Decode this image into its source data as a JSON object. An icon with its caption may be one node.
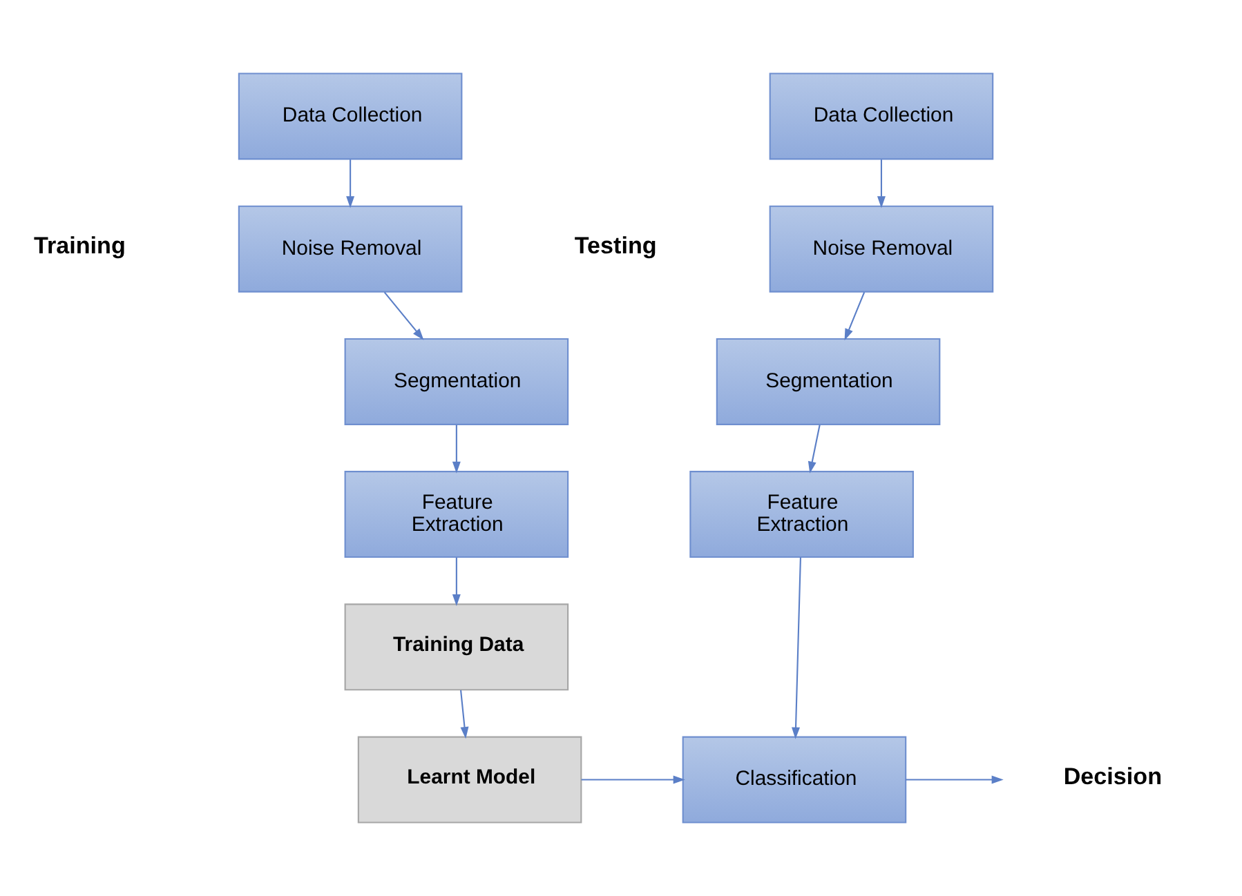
{
  "diagram": {
    "nodes": [
      {
        "text": [
          "Data Collection"
        ]
      },
      {
        "text": [
          "Noise Removal"
        ]
      },
      {
        "text": [
          "Segmentation"
        ]
      },
      {
        "text": [
          "Feature Extraction"
        ]
      },
      {
        "text": [
          "Training Data"
        ]
      },
      {
        "text": [
          "Learnt Model"
        ]
      },
      {
        "text": [
          "Data Collection"
        ]
      },
      {
        "text": [
          "Noise Removal"
        ]
      },
      {
        "text": [
          "Segmentation"
        ]
      },
      {
        "text": [
          "Feature Extraction"
        ]
      },
      {
        "text": [
          "Classification"
        ]
      },
      {
        "text": [
          "Decision"
        ]
      }
    ],
    "edges": [
      {
        "from": 0,
        "to": 1,
        "arrow": "to"
      },
      {
        "from": 1,
        "to": 2,
        "arrow": "to"
      },
      {
        "from": 2,
        "to": 3,
        "arrow": "to"
      },
      {
        "from": 3,
        "to": 4,
        "arrow": "to"
      },
      {
        "from": 4,
        "to": 5,
        "arrow": "to"
      },
      {
        "from": 6,
        "to": 7,
        "arrow": "to"
      },
      {
        "from": 7,
        "to": 8,
        "arrow": "to"
      },
      {
        "from": 8,
        "to": 9,
        "arrow": "to"
      },
      {
        "from": 9,
        "to": 10,
        "arrow": "to"
      },
      {
        "from": 5,
        "to": 10,
        "arrow": "to"
      },
      {
        "from": 10,
        "to": 11,
        "arrow": "to"
      }
    ],
    "labels": [
      "Training",
      "Testing"
    ]
  }
}
